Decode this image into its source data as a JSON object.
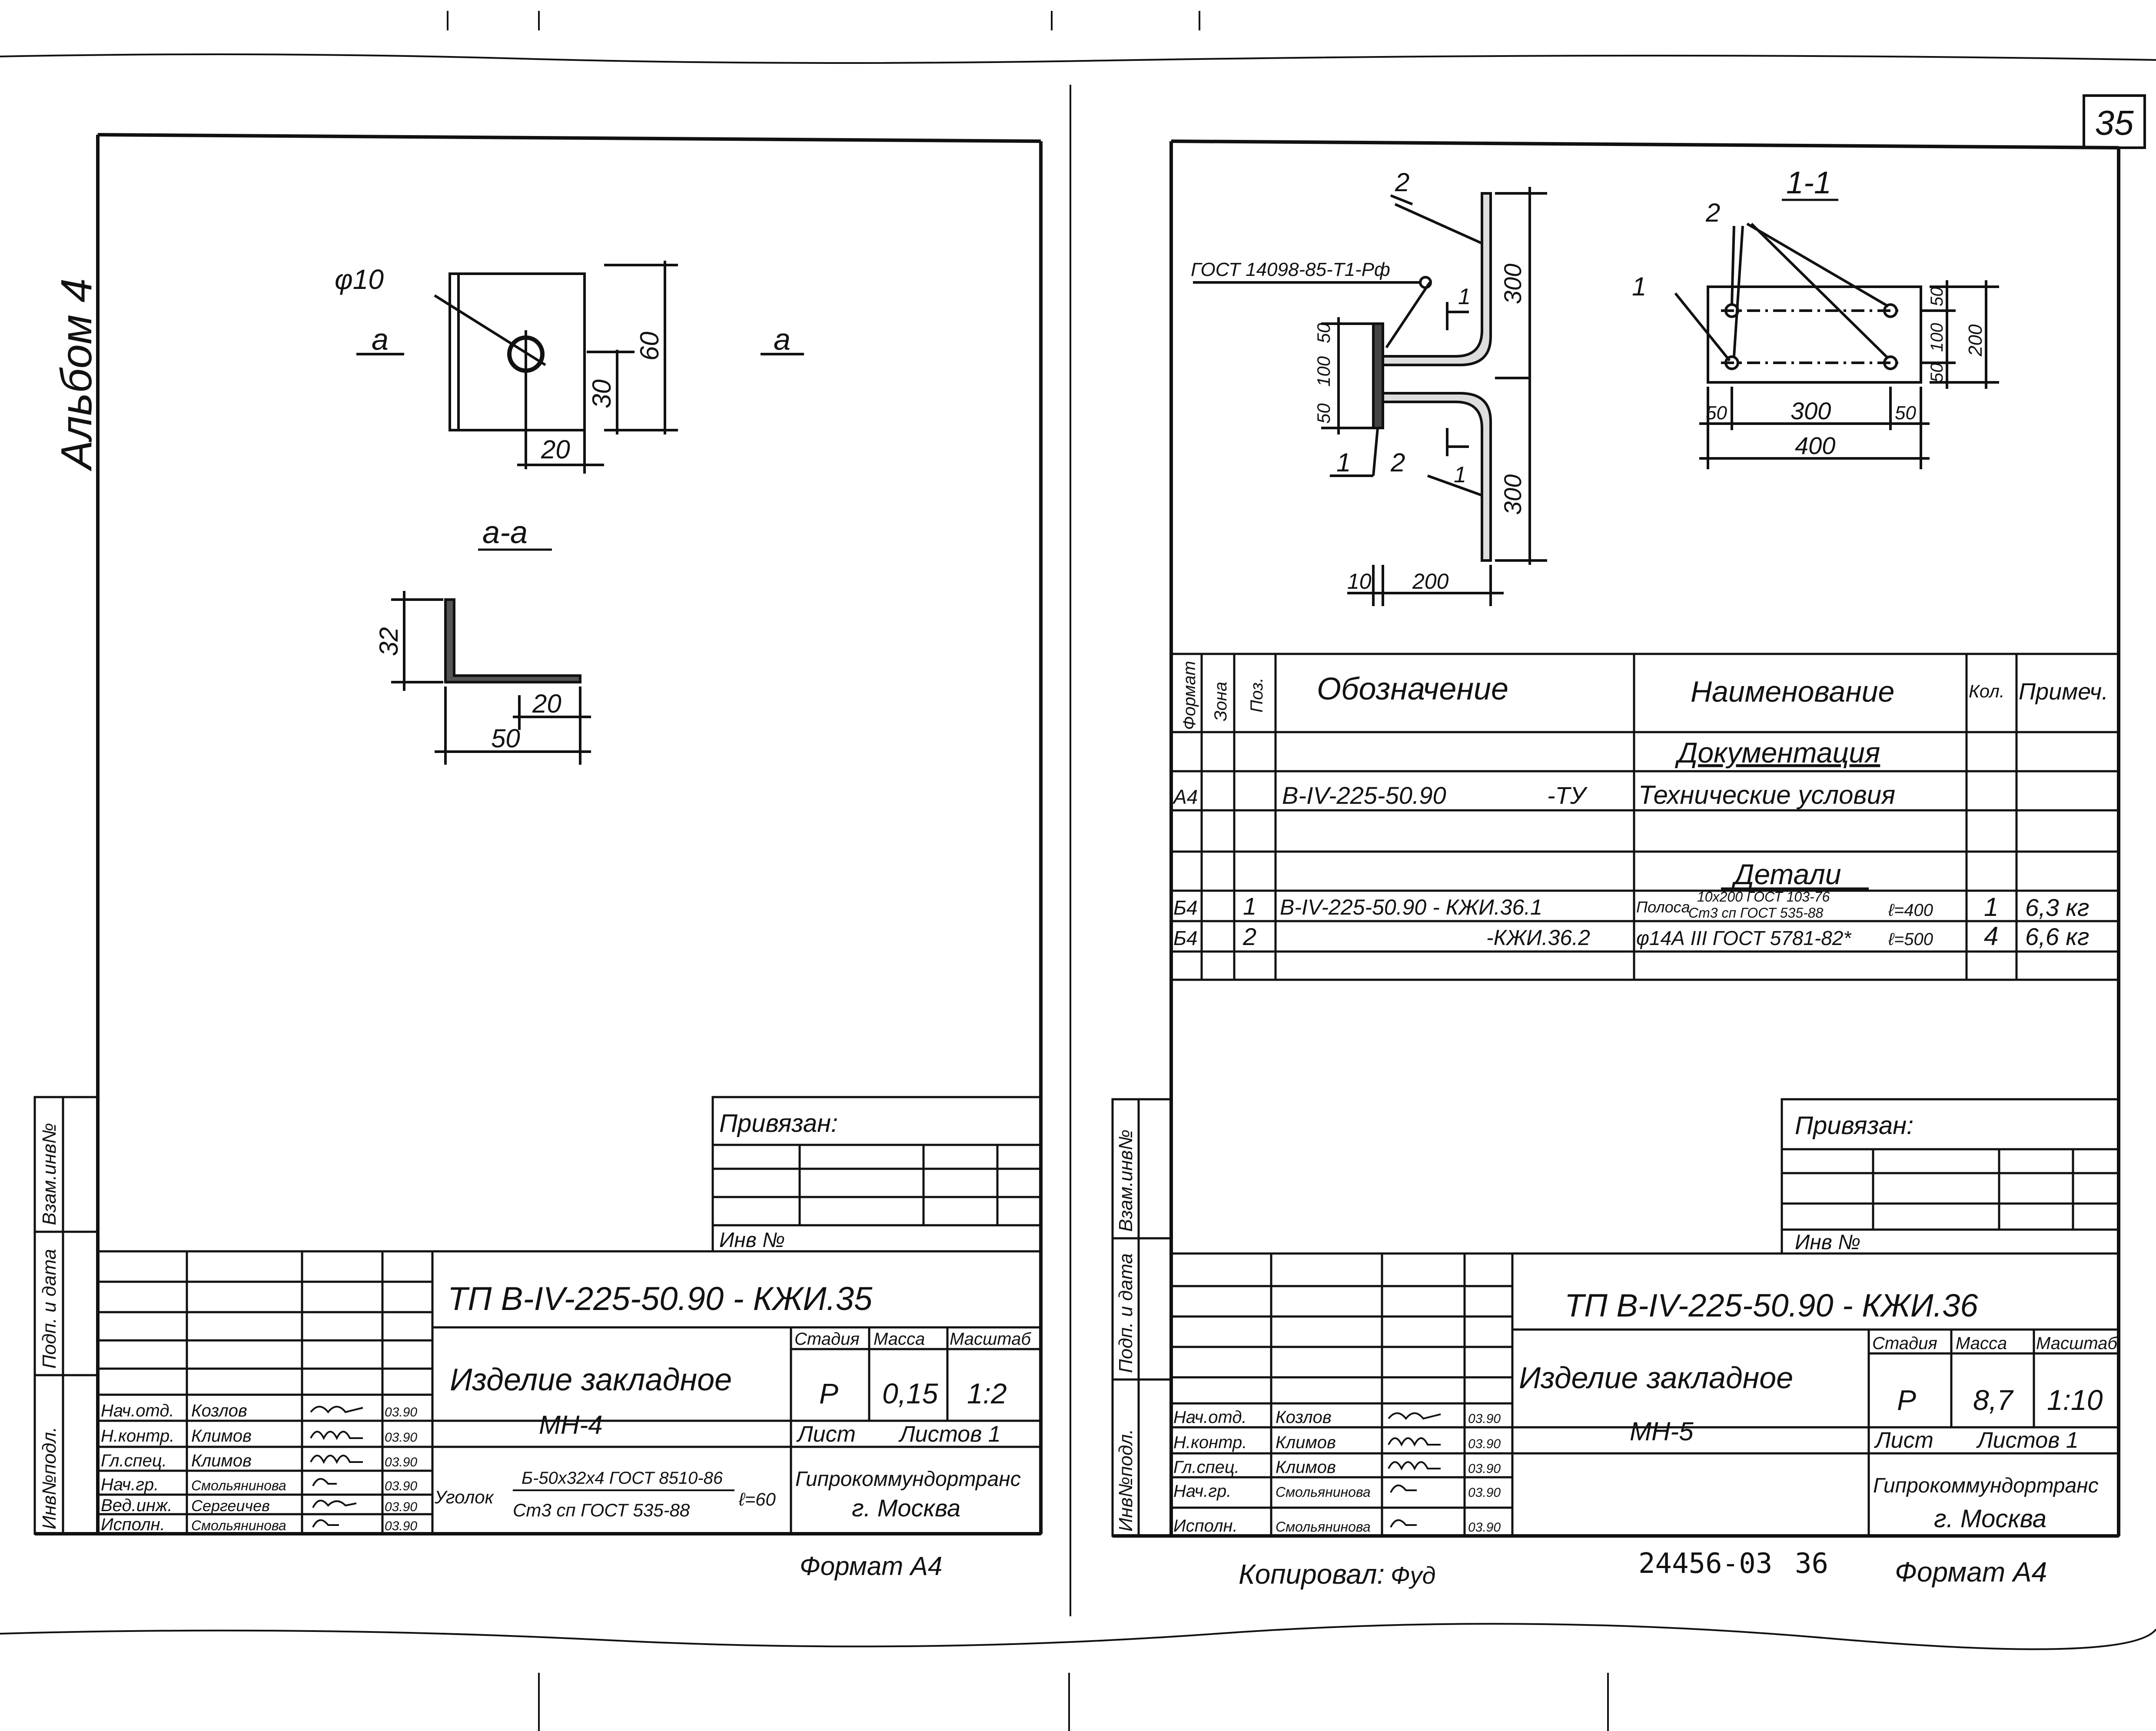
{
  "page_number": "35",
  "album_label": "Альбом 4",
  "bottom_footer": {
    "copied_label": "Копировал:",
    "copied_sign": "Фуд",
    "order_number": "24456-03",
    "sheet_ref": "36"
  },
  "left_sheet": {
    "drawing": {
      "dia": "φ10",
      "view_mark_left": "а",
      "view_mark_right": "а",
      "dim_60": "60",
      "dim_30": "30",
      "dim_20": "20",
      "section_title": "а-а",
      "dim_32": "32",
      "dim_20b": "20",
      "dim_50": "50"
    },
    "stamp": {
      "privyazan": "Привязан:",
      "inv_no": "Инв №",
      "side_labels": [
        "Взам.инв№",
        "Подп. и дата",
        "Инв№подл."
      ],
      "code": "ТП  В-IV-225-50.90   - КЖИ.35",
      "title": "Изделие закладное",
      "subtitle": "МН-4",
      "stage_h": "Стадия",
      "mass_h": "Масса",
      "scale_h": "Масштаб",
      "stage": "Р",
      "mass": "0,15",
      "scale": "1:2",
      "list": "Лист",
      "listov": "Листов 1",
      "org1": "Гипрокоммундортранс",
      "org2": "г. Москва",
      "material_a": "Уголок",
      "material_b": "Б-50х32х4 ГОСТ 8510-86",
      "material_c": "Ст3 сп ГОСТ 535-88",
      "material_d": "ℓ=60",
      "format": "Формат А4",
      "people": [
        {
          "role": "Нач.отд.",
          "name": "Козлов",
          "date": "03.90"
        },
        {
          "role": "Н.контр.",
          "name": "Климов",
          "date": "03.90"
        },
        {
          "role": "Гл.спец.",
          "name": "Климов",
          "date": "03.90"
        },
        {
          "role": "Нач.гр.",
          "name": "Смольянинова",
          "date": "03.90"
        },
        {
          "role": "Вед.инж.",
          "name": "Сергеичев",
          "date": "03.90"
        },
        {
          "role": "Исполн.",
          "name": "Смольянинова",
          "date": "03.90"
        }
      ]
    }
  },
  "right_sheet": {
    "drawing": {
      "gost_label": "ГОСТ 14098-85-Т1-Рф",
      "pos2_top": "2",
      "pos1_mark": "1",
      "pos1_mark2": "1",
      "dim_300a": "300",
      "dim_300b": "300",
      "dim_50_100_50_a": "50",
      "dim_50_100_50_b": "100",
      "dim_50_100_50_c": "50",
      "pos1_bottom": "1",
      "pos2_bottom": "2",
      "dim_10": "10",
      "dim_200": "200",
      "section_title": "1-1",
      "s_pos2": "2",
      "s_pos1": "1",
      "s_dim_50a": "50",
      "s_dim_100": "100",
      "s_dim_50b": "50",
      "s_dim_200": "200",
      "s_dim_50c": "50",
      "s_dim_300": "300",
      "s_dim_50d": "50",
      "s_dim_400": "400"
    },
    "spec_table": {
      "headers": [
        "Формат",
        "Зона",
        "Поз.",
        "Обозначение",
        "Наименование",
        "Кол.",
        "Примеч."
      ],
      "section_docs": "Документация",
      "row_a4": {
        "format": "А4",
        "designation": "В-IV-225-50.90",
        "suffix": "-ТУ",
        "name": "Технические условия"
      },
      "section_details": "Детали",
      "row_1": {
        "format": "Б4",
        "pos": "1",
        "designation": "В-IV-225-50.90 - КЖИ.36.1",
        "name_a": "Полоса",
        "name_b": "10х200 ГОСТ 103-76",
        "name_c": "Ст3 сп ГОСТ 535-88",
        "name_d": "ℓ=400",
        "qty": "1",
        "note": "6,3 кг"
      },
      "row_2": {
        "format": "Б4",
        "pos": "2",
        "designation": "-КЖИ.36.2",
        "name": "φ14А III  ГОСТ 5781-82*",
        "name_d": "ℓ=500",
        "qty": "4",
        "note": "6,6 кг"
      }
    },
    "stamp": {
      "privyazan": "Привязан:",
      "inv_no": "Инв №",
      "side_labels": [
        "Взам.инв№",
        "Подп. и дата",
        "Инв№подл."
      ],
      "code": "ТП  В-IV-225-50.90    - КЖИ.36",
      "title": "Изделие закладное",
      "subtitle": "МН-5",
      "stage_h": "Стадия",
      "mass_h": "Масса",
      "scale_h": "Масштаб",
      "stage": "Р",
      "mass": "8,7",
      "scale": "1:10",
      "list": "Лист",
      "listov": "Листов 1",
      "org1": "Гипрокоммундортранс",
      "org2": "г. Москва",
      "format": "Формат А4",
      "people": [
        {
          "role": "Нач.отд.",
          "name": "Козлов",
          "date": "03.90"
        },
        {
          "role": "Н.контр.",
          "name": "Климов",
          "date": "03.90"
        },
        {
          "role": "Гл.спец.",
          "name": "Климов",
          "date": "03.90"
        },
        {
          "role": "Нач.гр.",
          "name": "Смольянинова",
          "date": "03.90"
        },
        {
          "role": "Исполн.",
          "name": "Смольянинова",
          "date": "03.90"
        }
      ]
    }
  }
}
